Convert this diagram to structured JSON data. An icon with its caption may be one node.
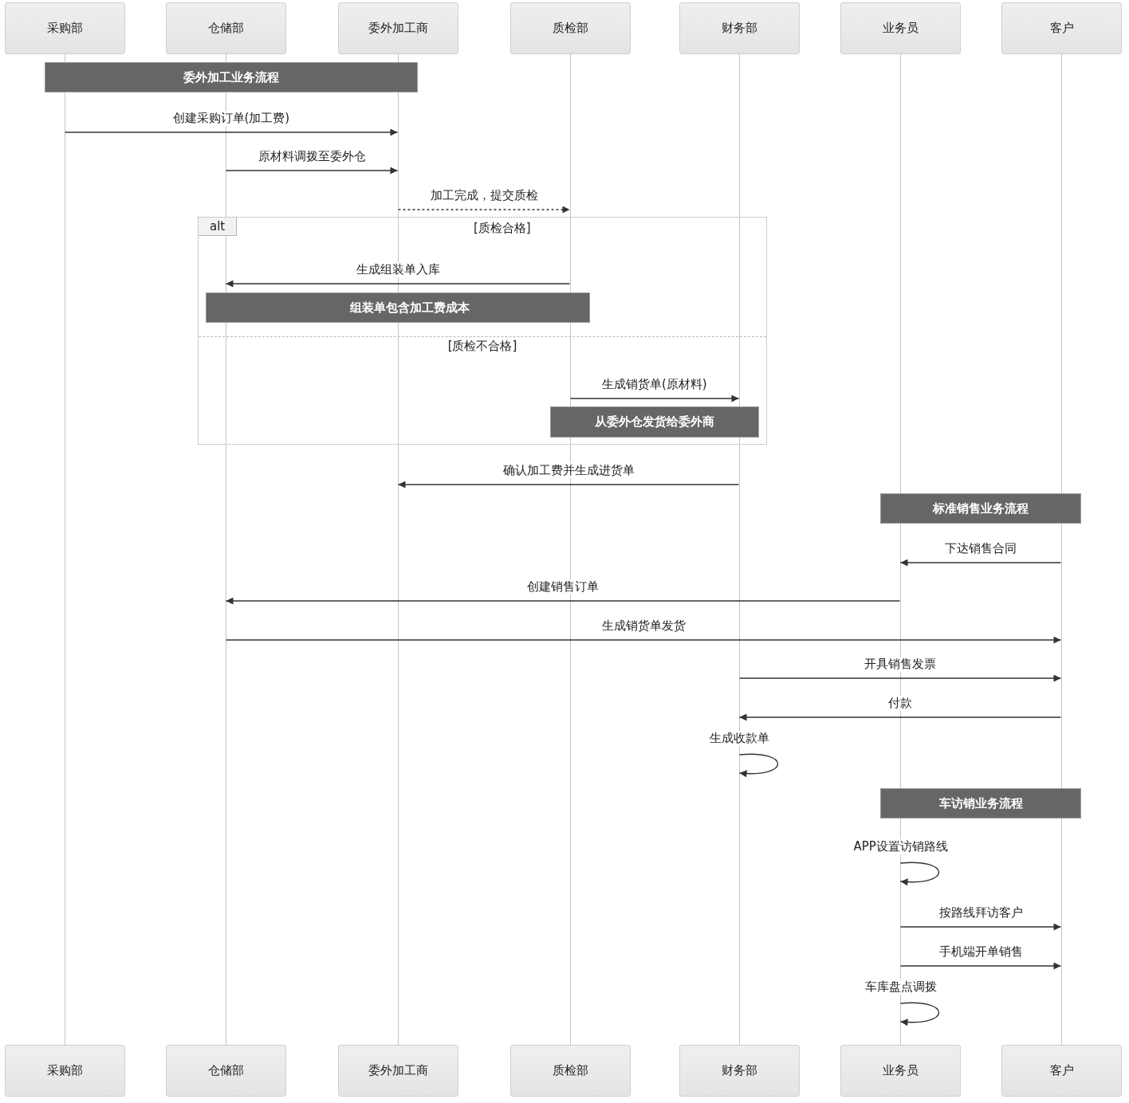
{
  "diagram": {
    "nodes": [
      {
        "text": [
          "采购部"
        ]
      },
      {
        "text": [
          "仓储部"
        ]
      },
      {
        "text": [
          "委外加工商"
        ]
      },
      {
        "text": [
          "质检部"
        ]
      },
      {
        "text": [
          "财务部"
        ]
      },
      {
        "text": [
          "业务员"
        ]
      },
      {
        "text": [
          "客户"
        ]
      },
      {
        "text": [],
        "shape": "line"
      },
      {
        "text": [],
        "shape": "line"
      },
      {
        "text": [],
        "shape": "line"
      },
      {
        "text": [],
        "shape": "line"
      },
      {
        "text": [],
        "shape": "line"
      },
      {
        "text": [],
        "shape": "line"
      },
      {
        "text": [],
        "shape": "line"
      },
      {
        "text": [
          "委外加工业务流程"
        ]
      },
      {
        "text": [
          "alt",
          "[质检合格]",
          "[质检不合格]"
        ]
      },
      {
        "text": [
          "组装单包含加工费成本"
        ],
        "in": 15
      },
      {
        "text": [
          "从委外仓发货给委外商"
        ],
        "in": 15
      },
      {
        "text": [
          "标准销售业务流程"
        ]
      },
      {
        "text": [
          "车访销业务流程"
        ]
      },
      {
        "text": [
          "采购部"
        ]
      },
      {
        "text": [
          "仓储部"
        ]
      },
      {
        "text": [
          "委外加工商"
        ]
      },
      {
        "text": [
          "质检部"
        ]
      },
      {
        "text": [
          "财务部"
        ]
      },
      {
        "text": [
          "业务员"
        ]
      },
      {
        "text": [
          "客户"
        ]
      }
    ],
    "edges": [
      {
        "from": 7,
        "to": 9,
        "arrow": "to",
        "label": "创建采购订单(加工费)"
      },
      {
        "from": 8,
        "to": 9,
        "arrow": "to",
        "label": "原材料调拨至委外仓"
      },
      {
        "from": 9,
        "to": 10,
        "arrow": "to",
        "label": "加工完成，提交质检",
        "style": "dashed"
      },
      {
        "from": 10,
        "to": 8,
        "arrow": "to",
        "label": "生成组装单入库"
      },
      {
        "from": 10,
        "to": 11,
        "arrow": "to",
        "label": "生成销货单(原材料)"
      },
      {
        "from": 11,
        "to": 9,
        "arrow": "to",
        "label": "确认加工费并生成进货单"
      },
      {
        "from": 13,
        "to": 12,
        "arrow": "to",
        "label": "下达销售合同"
      },
      {
        "from": 12,
        "to": 8,
        "arrow": "to",
        "label": "创建销售订单"
      },
      {
        "from": 8,
        "to": 13,
        "arrow": "to",
        "label": "生成销货单发货"
      },
      {
        "from": 11,
        "to": 13,
        "arrow": "to",
        "label": "开具销售发票"
      },
      {
        "from": 13,
        "to": 11,
        "arrow": "to",
        "label": "付款"
      },
      {
        "from": 11,
        "to": 11,
        "arrow": "to",
        "label": "生成收款单"
      },
      {
        "from": 12,
        "to": 12,
        "arrow": "to",
        "label": "APP设置访销路线"
      },
      {
        "from": 12,
        "to": 13,
        "arrow": "to",
        "label": "按路线拜访客户"
      },
      {
        "from": 12,
        "to": 13,
        "arrow": "to",
        "label": "手机端开单销售"
      },
      {
        "from": 12,
        "to": 12,
        "arrow": "to",
        "label": "车库盘点调拨"
      }
    ]
  }
}
